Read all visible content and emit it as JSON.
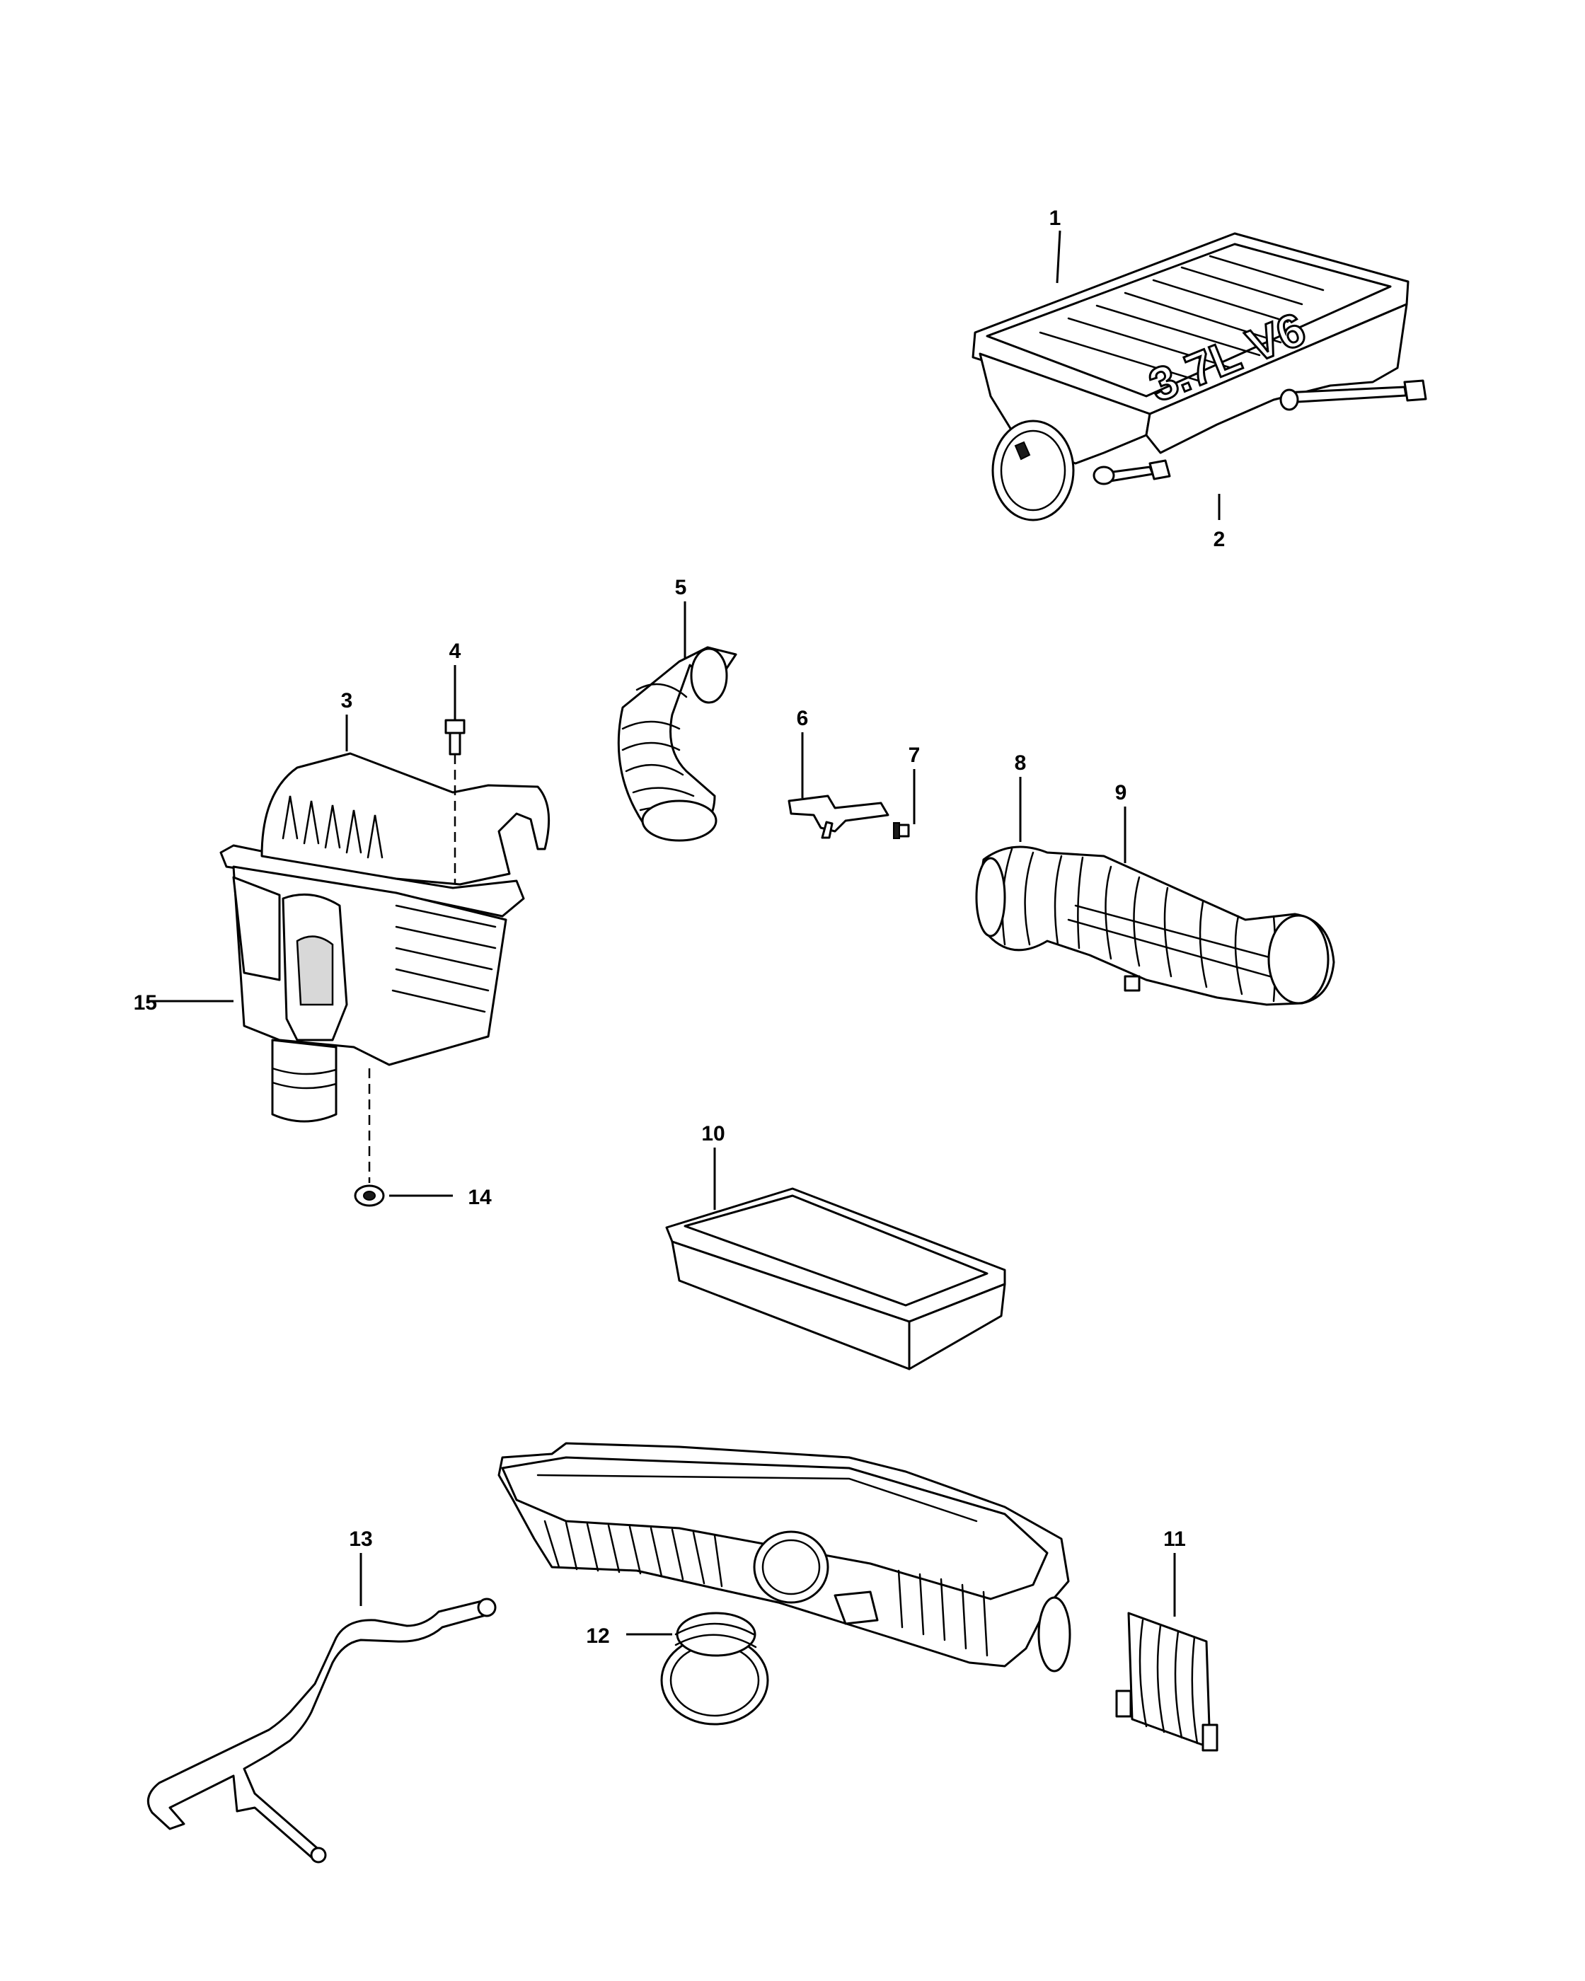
{
  "diagram": {
    "callouts": [
      {
        "id": "c1",
        "label": "1"
      },
      {
        "id": "c2",
        "label": "2"
      },
      {
        "id": "c3",
        "label": "3"
      },
      {
        "id": "c4",
        "label": "4"
      },
      {
        "id": "c5",
        "label": "5"
      },
      {
        "id": "c6",
        "label": "6"
      },
      {
        "id": "c7",
        "label": "7"
      },
      {
        "id": "c8",
        "label": "8"
      },
      {
        "id": "c9",
        "label": "9"
      },
      {
        "id": "c10",
        "label": "10"
      },
      {
        "id": "c11",
        "label": "11"
      },
      {
        "id": "c12",
        "label": "12"
      },
      {
        "id": "c13",
        "label": "13"
      },
      {
        "id": "c14",
        "label": "14"
      },
      {
        "id": "c15",
        "label": "15"
      }
    ],
    "engine_cover_emblem": "3.7L V6"
  }
}
